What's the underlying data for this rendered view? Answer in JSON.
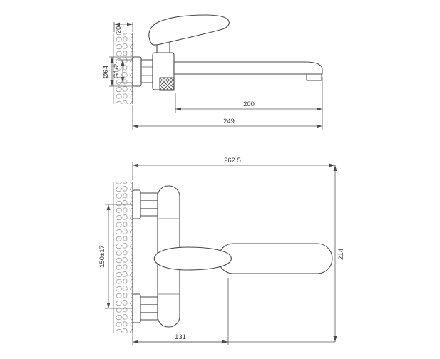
{
  "drawing": {
    "line_color": "#4a4a4a",
    "hatch_color": "#9a9a9a",
    "side_view": {
      "dims": {
        "wall_depth": "20",
        "flange_diameter": "Ø64",
        "thread": "G1/2",
        "spout_reach": "200",
        "overall_reach": "249"
      }
    },
    "plan_view": {
      "dims": {
        "overall_length": "262.5",
        "mounting_centers": "150±17",
        "overall_height": "214",
        "body_length": "131"
      }
    }
  }
}
